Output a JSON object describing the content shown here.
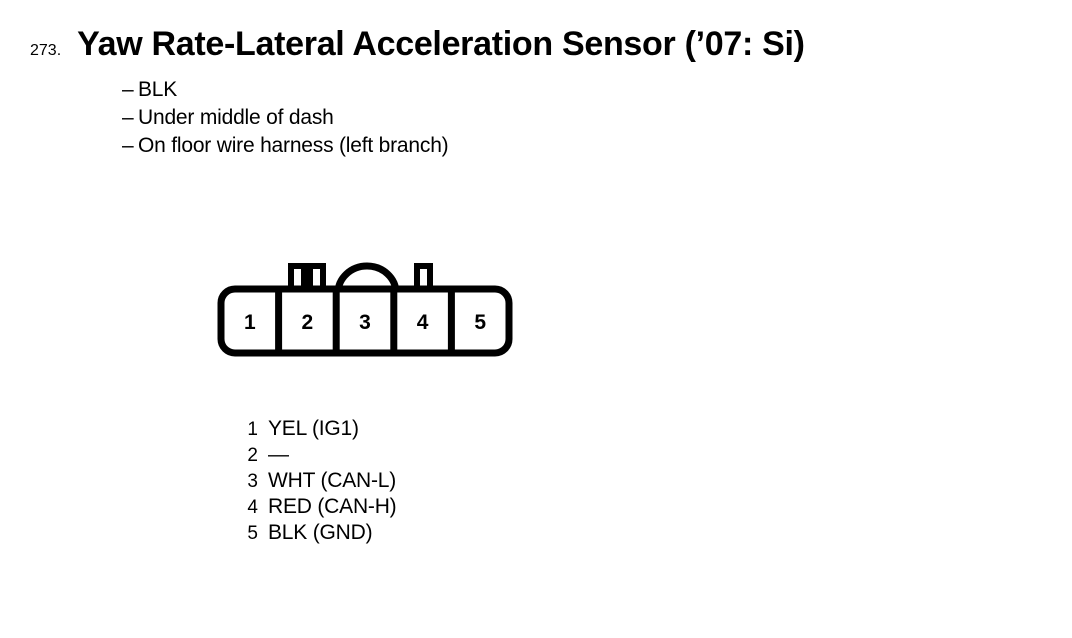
{
  "title": {
    "number": "273.",
    "text": "Yaw Rate-Lateral Acceleration Sensor (’07: Si)"
  },
  "notes": [
    {
      "dash": "–",
      "label": "BLK"
    },
    {
      "dash": "–",
      "label": "Under middle of dash"
    },
    {
      "dash": "–",
      "label": "On floor wire harness (left branch)"
    }
  ],
  "connector": {
    "cavities": [
      {
        "number": "1"
      },
      {
        "number": "2"
      },
      {
        "number": "3"
      },
      {
        "number": "4"
      },
      {
        "number": "5"
      }
    ]
  },
  "pins": [
    {
      "number": "1",
      "label": "YEL (IG1)"
    },
    {
      "number": "2",
      "label": "—"
    },
    {
      "number": "3",
      "label": "WHT (CAN-L)"
    },
    {
      "number": "4",
      "label": "RED (CAN-H)"
    },
    {
      "number": "5",
      "label": "BLK (GND)"
    }
  ],
  "colors": {
    "ink": "#000000",
    "paper": "#ffffff"
  }
}
